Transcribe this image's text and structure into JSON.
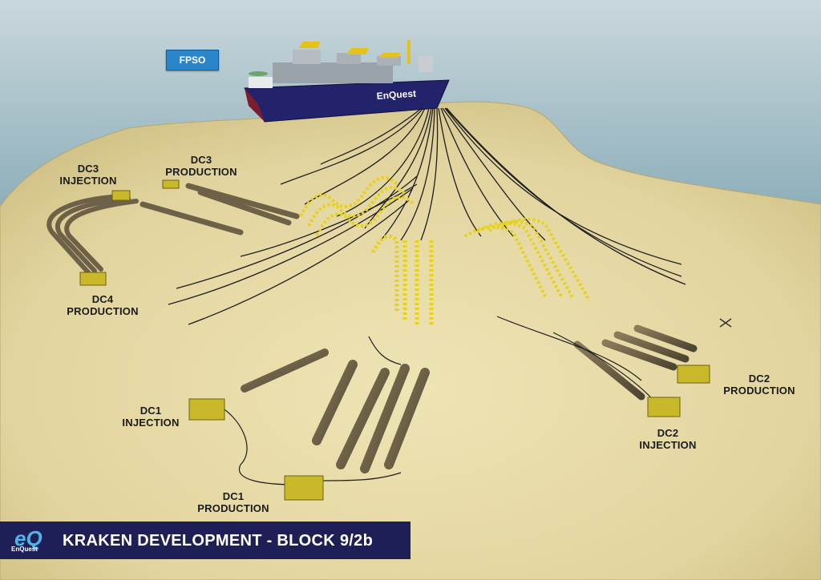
{
  "fpso_label": "FPSO",
  "ship_name": "EnQuest",
  "title": "KRAKEN DEVELOPMENT - BLOCK 9/2b",
  "logo": {
    "mark": "eQ",
    "wordmark": "EnQuest"
  },
  "labels": {
    "dc3_injection": [
      "DC3",
      "INJECTION"
    ],
    "dc3_production": [
      "DC3",
      "PRODUCTION"
    ],
    "dc4_production": [
      "DC4",
      "PRODUCTION"
    ],
    "dc1_injection": [
      "DC1",
      "INJECTION"
    ],
    "dc1_production": [
      "DC1",
      "PRODUCTION"
    ],
    "dc2_production": [
      "DC2",
      "PRODUCTION"
    ],
    "dc2_injection": [
      "DC2",
      "INJECTION"
    ]
  },
  "colors": {
    "sea": "#7fa1ad",
    "seabed": "#e6dba6",
    "hull": "#23236b",
    "buoy": "#e5d21a",
    "manifold": "#c9b92a",
    "pipe_bundle": "#6d6148",
    "title_bar": "#1f1f57",
    "fpso_tag": "#2b86c9"
  }
}
